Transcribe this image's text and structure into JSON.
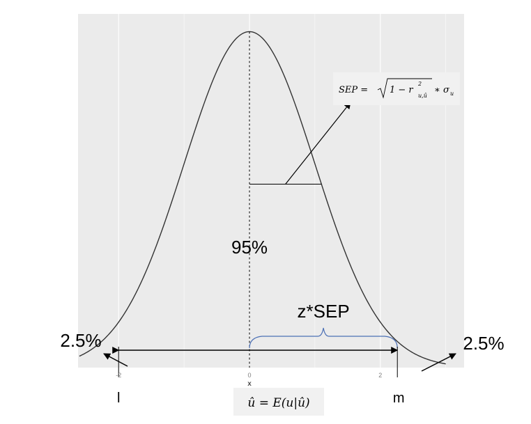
{
  "chart_data": {
    "type": "line",
    "xlim": [
      -2.62,
      3.28
    ],
    "ylim": [
      0,
      0.42
    ],
    "grid": true,
    "xlabel": "x",
    "xticks": [
      -2,
      0,
      2
    ],
    "xtick_labels": [
      "-2",
      "0",
      "2"
    ],
    "series": [
      {
        "distribution": "standard-normal",
        "x": [
          -2.6,
          -2.4,
          -2.2,
          -2.0,
          -1.8,
          -1.6,
          -1.4,
          -1.2,
          -1.0,
          -0.8,
          -0.6,
          -0.4,
          -0.2,
          0.0,
          0.2,
          0.4,
          0.6,
          0.8,
          1.0,
          1.2,
          1.4,
          1.6,
          1.8,
          2.0,
          2.2,
          2.4,
          2.6,
          2.8,
          3.0
        ],
        "y": [
          0.0136,
          0.0224,
          0.0355,
          0.054,
          0.079,
          0.1109,
          0.1497,
          0.1942,
          0.242,
          0.2897,
          0.3332,
          0.3683,
          0.391,
          0.3989,
          0.391,
          0.3683,
          0.3332,
          0.2897,
          0.242,
          0.1942,
          0.1497,
          0.1109,
          0.079,
          0.054,
          0.0355,
          0.0224,
          0.0136,
          0.0079,
          0.0044
        ]
      }
    ],
    "annotations": {
      "center_pct": "95%",
      "left_tail_pct": "2.5%",
      "right_tail_pct": "2.5%",
      "brace_label": "z*SEP",
      "lower_bound": "l",
      "upper_bound": "m",
      "center_x": 0,
      "lower_x": -2,
      "upper_x": 2.26,
      "sd_marker_x": 1.1,
      "sep_formula": {
        "lhs": "SEP",
        "sqrt_body": "1 − r",
        "sup": "2",
        "sub": "u,û",
        "rhs": "∗ σ",
        "rhs_sub": "u"
      },
      "estimate_formula": {
        "a": "û",
        "b": " = E(u|û)"
      }
    }
  }
}
